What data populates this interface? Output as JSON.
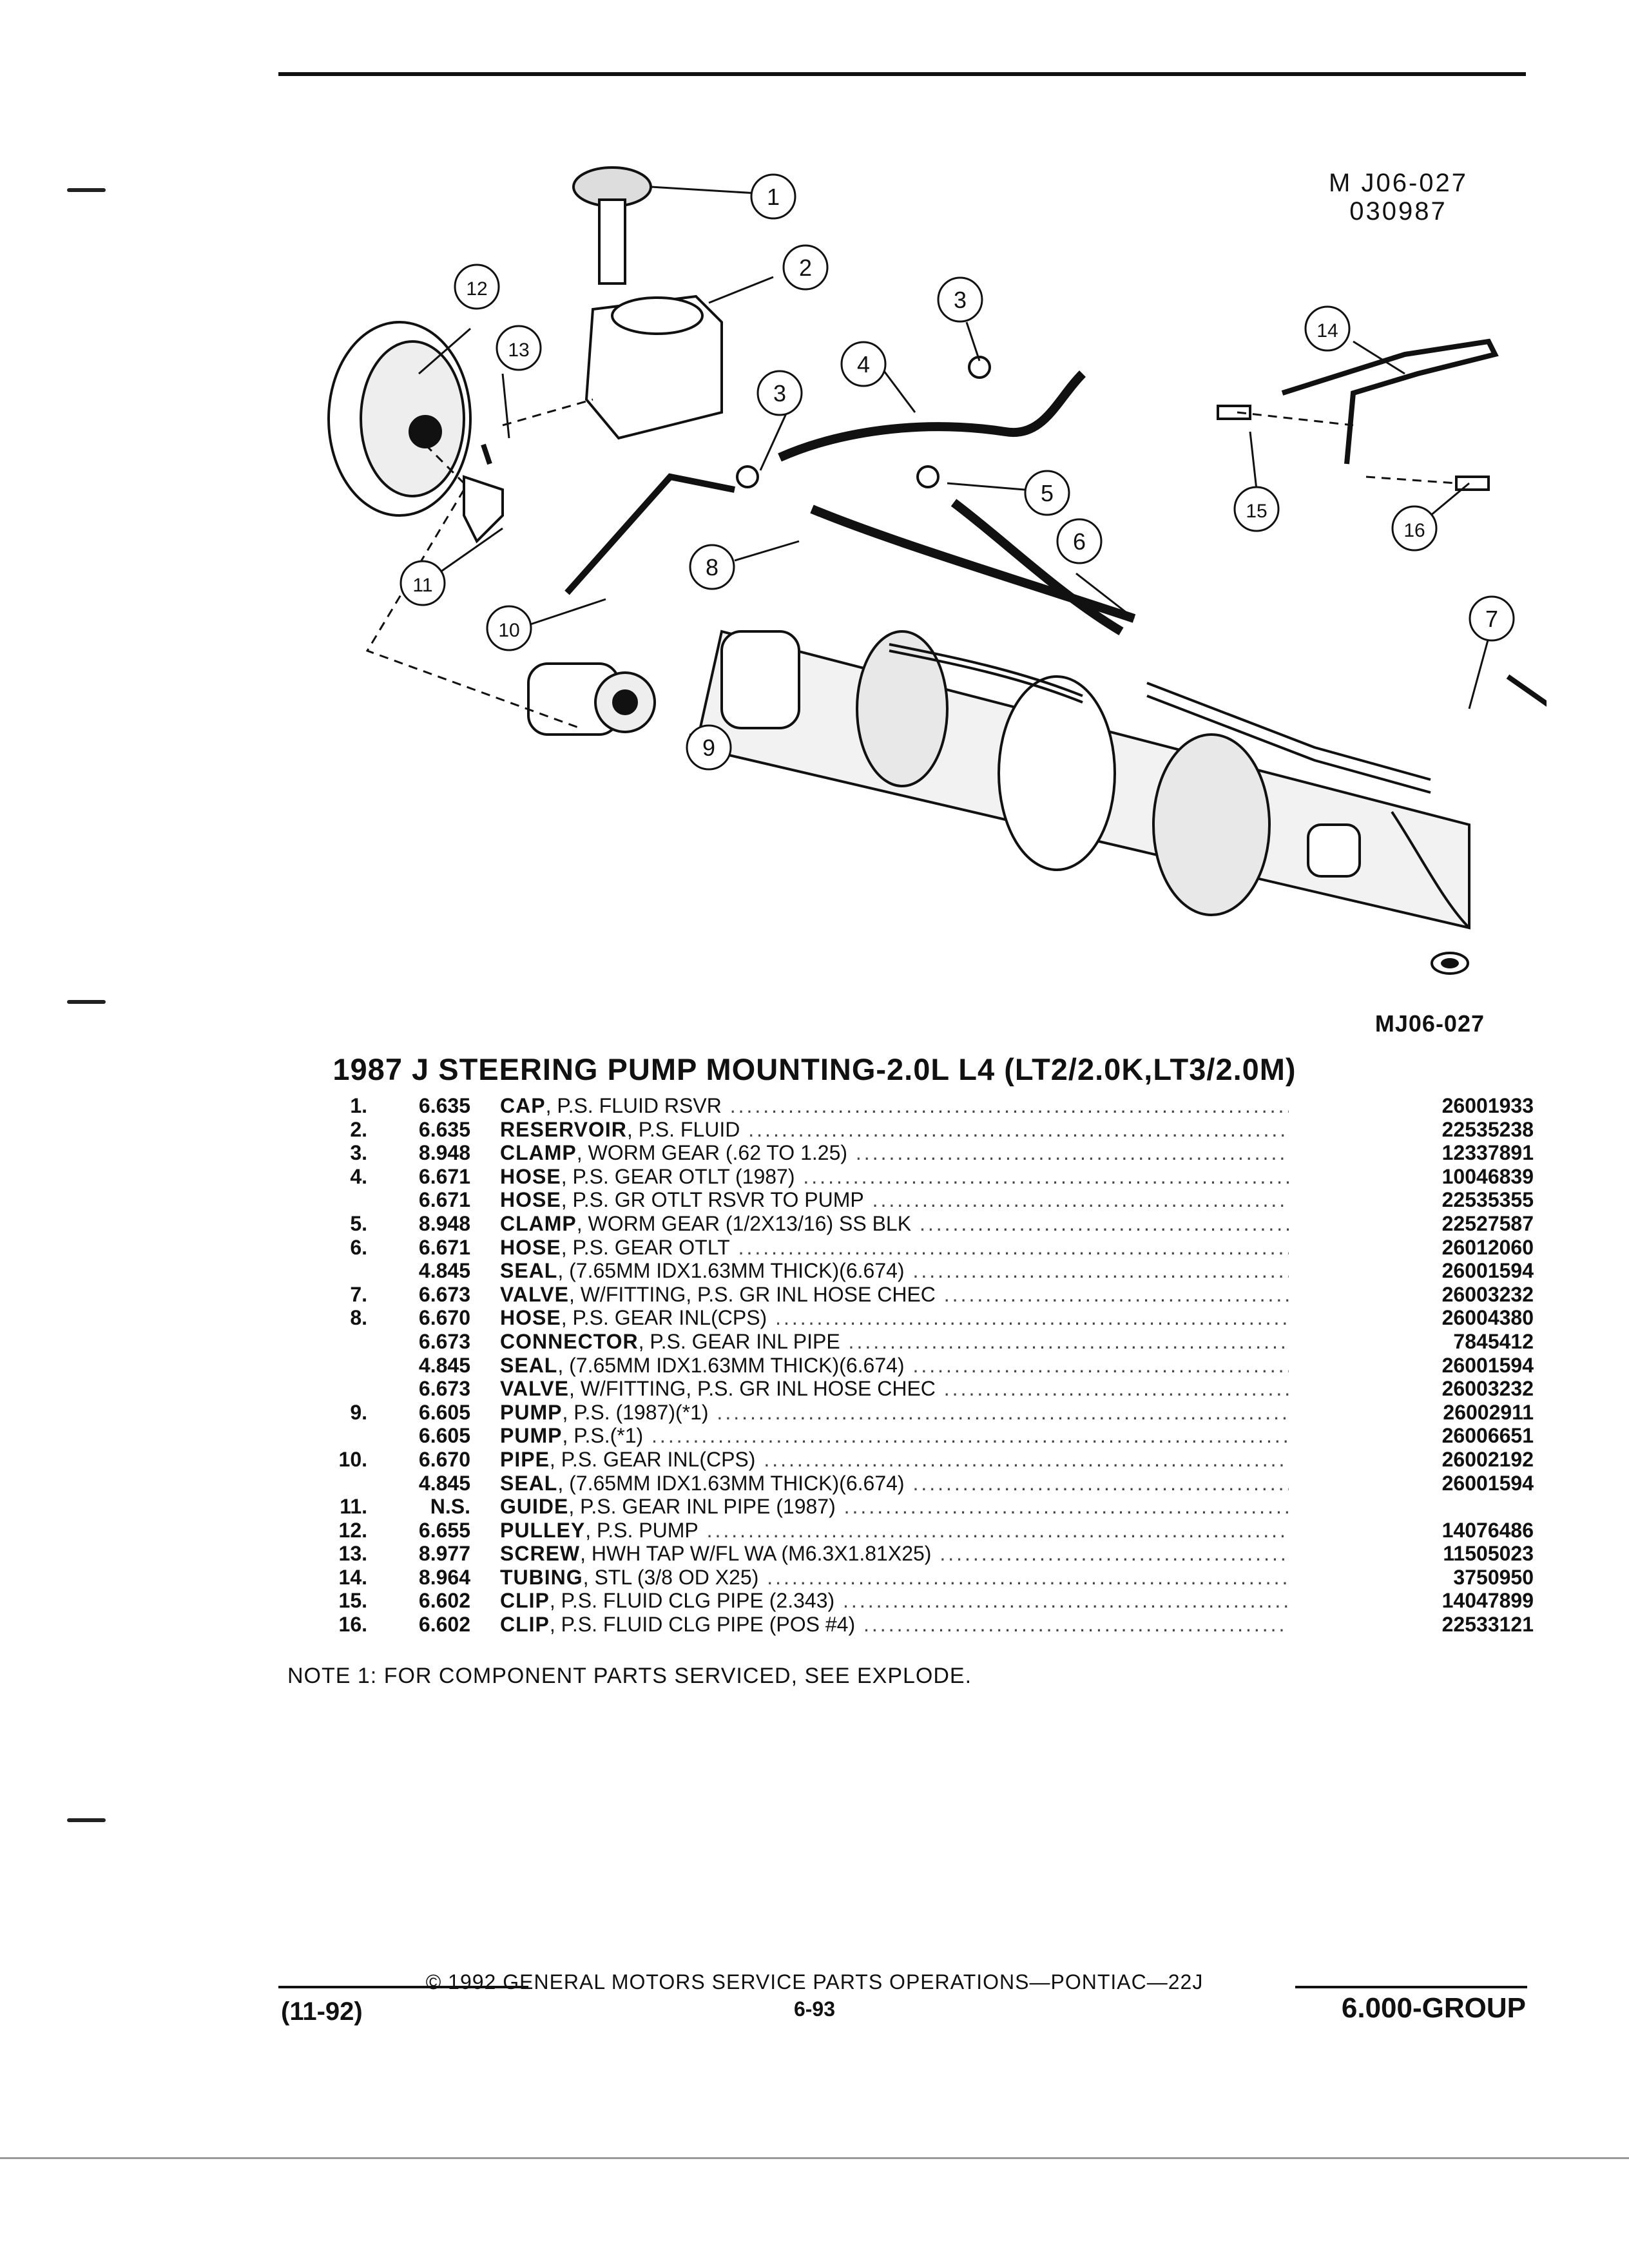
{
  "diagram": {
    "code_line1": "M J06-027",
    "code_line2": "030987",
    "code_bottom": "MJ06-027",
    "callouts": [
      "1",
      "2",
      "3",
      "3",
      "4",
      "5",
      "6",
      "7",
      "8",
      "9",
      "10",
      "11",
      "12",
      "13",
      "14",
      "15",
      "16"
    ]
  },
  "title": "1987 J STEERING PUMP MOUNTING-2.0L L4 (LT2/2.0K,LT3/2.0M)",
  "parts": [
    {
      "no": "1.",
      "grp": "6.635",
      "name": "CAP",
      "desc": ", P.S. FLUID RSVR",
      "pn": "26001933"
    },
    {
      "no": "2.",
      "grp": "6.635",
      "name": "RESERVOIR",
      "desc": ", P.S. FLUID",
      "pn": "22535238"
    },
    {
      "no": "3.",
      "grp": "8.948",
      "name": "CLAMP",
      "desc": ", WORM GEAR (.62 TO 1.25)",
      "pn": "12337891"
    },
    {
      "no": "4.",
      "grp": "6.671",
      "name": "HOSE",
      "desc": ", P.S. GEAR OTLT (1987)",
      "pn": "10046839"
    },
    {
      "no": "",
      "grp": "6.671",
      "name": "HOSE",
      "desc": ", P.S. GR OTLT RSVR TO PUMP",
      "pn": "22535355"
    },
    {
      "no": "5.",
      "grp": "8.948",
      "name": "CLAMP",
      "desc": ", WORM GEAR (1/2X13/16) SS BLK",
      "pn": "22527587"
    },
    {
      "no": "6.",
      "grp": "6.671",
      "name": "HOSE",
      "desc": ", P.S. GEAR OTLT",
      "pn": "26012060"
    },
    {
      "no": "",
      "grp": "4.845",
      "name": "SEAL",
      "desc": ", (7.65MM IDX1.63MM THICK)(6.674)",
      "pn": "26001594"
    },
    {
      "no": "7.",
      "grp": "6.673",
      "name": "VALVE",
      "desc": ", W/FITTING, P.S. GR INL HOSE CHEC",
      "pn": "26003232"
    },
    {
      "no": "8.",
      "grp": "6.670",
      "name": "HOSE",
      "desc": ", P.S. GEAR INL(CPS)",
      "pn": "26004380"
    },
    {
      "no": "",
      "grp": "6.673",
      "name": "CONNECTOR",
      "desc": ", P.S. GEAR INL PIPE",
      "pn": "7845412"
    },
    {
      "no": "",
      "grp": "4.845",
      "name": "SEAL",
      "desc": ", (7.65MM IDX1.63MM THICK)(6.674)",
      "pn": "26001594"
    },
    {
      "no": "",
      "grp": "6.673",
      "name": "VALVE",
      "desc": ", W/FITTING, P.S. GR INL HOSE CHEC",
      "pn": "26003232"
    },
    {
      "no": "9.",
      "grp": "6.605",
      "name": "PUMP",
      "desc": ", P.S. (1987)(*1)",
      "pn": "26002911"
    },
    {
      "no": "",
      "grp": "6.605",
      "name": "PUMP",
      "desc": ", P.S.(*1)",
      "pn": "26006651"
    },
    {
      "no": "10.",
      "grp": "6.670",
      "name": "PIPE",
      "desc": ", P.S. GEAR INL(CPS)",
      "pn": "26002192"
    },
    {
      "no": "",
      "grp": "4.845",
      "name": "SEAL",
      "desc": ", (7.65MM IDX1.63MM THICK)(6.674)",
      "pn": "26001594"
    },
    {
      "no": "11.",
      "grp": "N.S.",
      "name": "GUIDE",
      "desc": ", P.S. GEAR INL PIPE (1987)",
      "pn": ""
    },
    {
      "no": "12.",
      "grp": "6.655",
      "name": "PULLEY",
      "desc": ", P.S. PUMP",
      "pn": "14076486"
    },
    {
      "no": "13.",
      "grp": "8.977",
      "name": "SCREW",
      "desc": ", HWH TAP W/FL WA (M6.3X1.81X25)",
      "pn": "11505023"
    },
    {
      "no": "14.",
      "grp": "8.964",
      "name": "TUBING",
      "desc": ", STL (3/8 OD X25)",
      "pn": "3750950"
    },
    {
      "no": "15.",
      "grp": "6.602",
      "name": "CLIP",
      "desc": ", P.S. FLUID CLG PIPE (2.343)",
      "pn": "14047899"
    },
    {
      "no": "16.",
      "grp": "6.602",
      "name": "CLIP",
      "desc": ", P.S. FLUID CLG PIPE (POS #4)",
      "pn": "22533121"
    }
  ],
  "note": "NOTE  1:  FOR COMPONENT PARTS SERVICED, SEE EXPLODE.",
  "footer": {
    "copyright": "©  1992  GENERAL MOTORS SERVICE PARTS OPERATIONS—PONTIAC—22J",
    "page": "6-93",
    "date": "(11-92)",
    "group": "6.000-GROUP"
  }
}
